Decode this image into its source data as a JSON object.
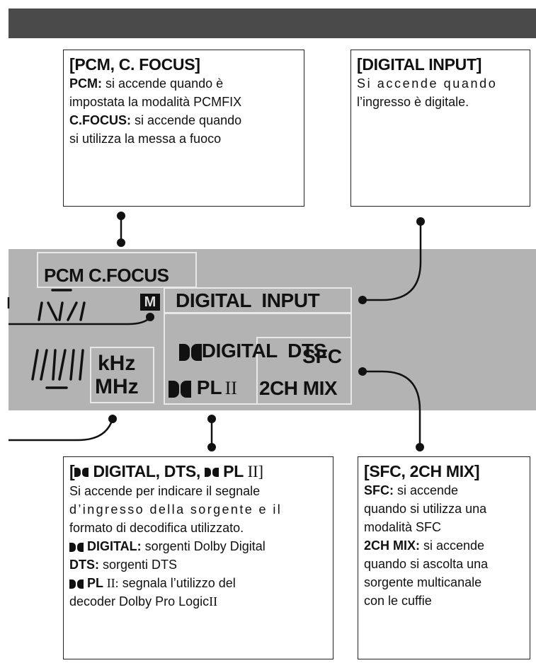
{
  "callouts": {
    "pcm": {
      "title": "[PCM, C. FOCUS]",
      "l1_term": "PCM:",
      "l1_text": " si accende quando è",
      "l2": "impostata la modalità PCMFIX",
      "l3_term": "C.FOCUS:",
      "l3_text": " si accende quando",
      "l4": "si utilizza la messa a fuoco"
    },
    "digital_input": {
      "title": "[DIGITAL INPUT]",
      "l1": "Si accende quando",
      "l2": "l’ingresso è digitale."
    },
    "dolby": {
      "title_a": "[",
      "title_b": " DIGITAL, DTS, ",
      "title_c": " PL ",
      "title_d": "II]",
      "l1": "Si accende per indicare il segnale",
      "l2": "d’ingresso della sorgente e il",
      "l3": "formato di decodifica utilizzato.",
      "l4_term": " DIGITAL:",
      "l4_text": " sorgenti Dolby Digital",
      "l5_term": "DTS:",
      "l5_text": " sorgenti DTS",
      "l6_term": " PL ",
      "l6_term2": "II:",
      "l6_text": " segnala l’utilizzo del",
      "l7": "decoder Dolby Pro Logic",
      "l7_suffix": "II"
    },
    "sfc": {
      "title": "[SFC, 2CH MIX]",
      "l1_term": "SFC:",
      "l1_text": " si accende",
      "l2": "quando si utilizza una",
      "l3": "modalità SFC",
      "l4_term": "2CH MIX:",
      "l4_text": " si accende",
      "l5": "quando si ascolta una",
      "l6": "sorgente multicanale",
      "l7": "con le cuffie"
    }
  },
  "display": {
    "pcm_cfocus": "PCM C.FOCUS",
    "m_badge": "M",
    "digital_input": "DIGITAL  INPUT",
    "digital_dts": "DIGITAL  DTS",
    "khz": "kHz",
    "mhz": "MHz",
    "pl": "PL",
    "pl_two": "II",
    "sfc": "SFC",
    "mix": "2CH MIX"
  },
  "colors": {
    "topbar": "#4a4a4a",
    "panel": "#b3b3b3",
    "frame": "#e8e8e8",
    "ink": "#111111"
  }
}
